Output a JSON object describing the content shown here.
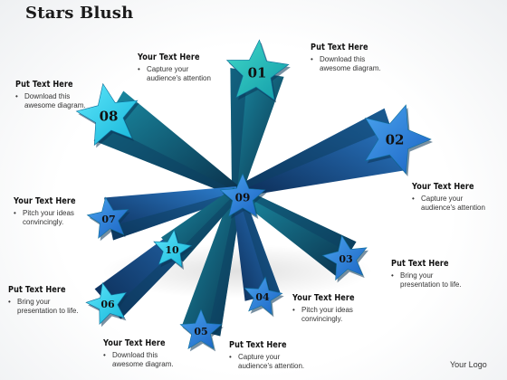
{
  "title": "Stars Blush",
  "logo": "Your Logo",
  "stars": [
    {
      "id": "01",
      "label": "01"
    },
    {
      "id": "02",
      "label": "02"
    },
    {
      "id": "03",
      "label": "03"
    },
    {
      "id": "04",
      "label": "04"
    },
    {
      "id": "05",
      "label": "05"
    },
    {
      "id": "06",
      "label": "06"
    },
    {
      "id": "07",
      "label": "07"
    },
    {
      "id": "08",
      "label": "08"
    },
    {
      "id": "09",
      "label": "09"
    },
    {
      "id": "10",
      "label": "10"
    }
  ],
  "callouts": [
    {
      "heading": "Your Text Here",
      "lines": [
        "Capture your",
        "audience's attention"
      ]
    },
    {
      "heading": "Put Text Here",
      "lines": [
        "Download this",
        "awesome diagram."
      ]
    },
    {
      "heading": "Put Text Here",
      "lines": [
        "Download this",
        "awesome diagram."
      ]
    },
    {
      "heading": "Your Text Here",
      "lines": [
        "Capture your",
        "audience's attention"
      ]
    },
    {
      "heading": "Your Text Here",
      "lines": [
        "Pitch your ideas",
        "convincingly."
      ]
    },
    {
      "heading": "Put Text Here",
      "lines": [
        "Bring your",
        "presentation to life."
      ]
    },
    {
      "heading": "Put Text Here",
      "lines": [
        "Bring your",
        "presentation to life."
      ]
    },
    {
      "heading": "Your Text Here",
      "lines": [
        "Pitch your ideas",
        "convincingly."
      ]
    },
    {
      "heading": "Your Text Here",
      "lines": [
        "Download this",
        "awesome diagram."
      ]
    },
    {
      "heading": "Put Text Here",
      "lines": [
        "Capture your",
        "audience's attention."
      ]
    }
  ],
  "colors": {
    "star_cyan": "#2fd3f0",
    "star_teal": "#26b8c4",
    "star_blue": "#2a7fd6",
    "shaft_dark": "#0d3f63",
    "shaft_mid": "#1a6fa8"
  }
}
